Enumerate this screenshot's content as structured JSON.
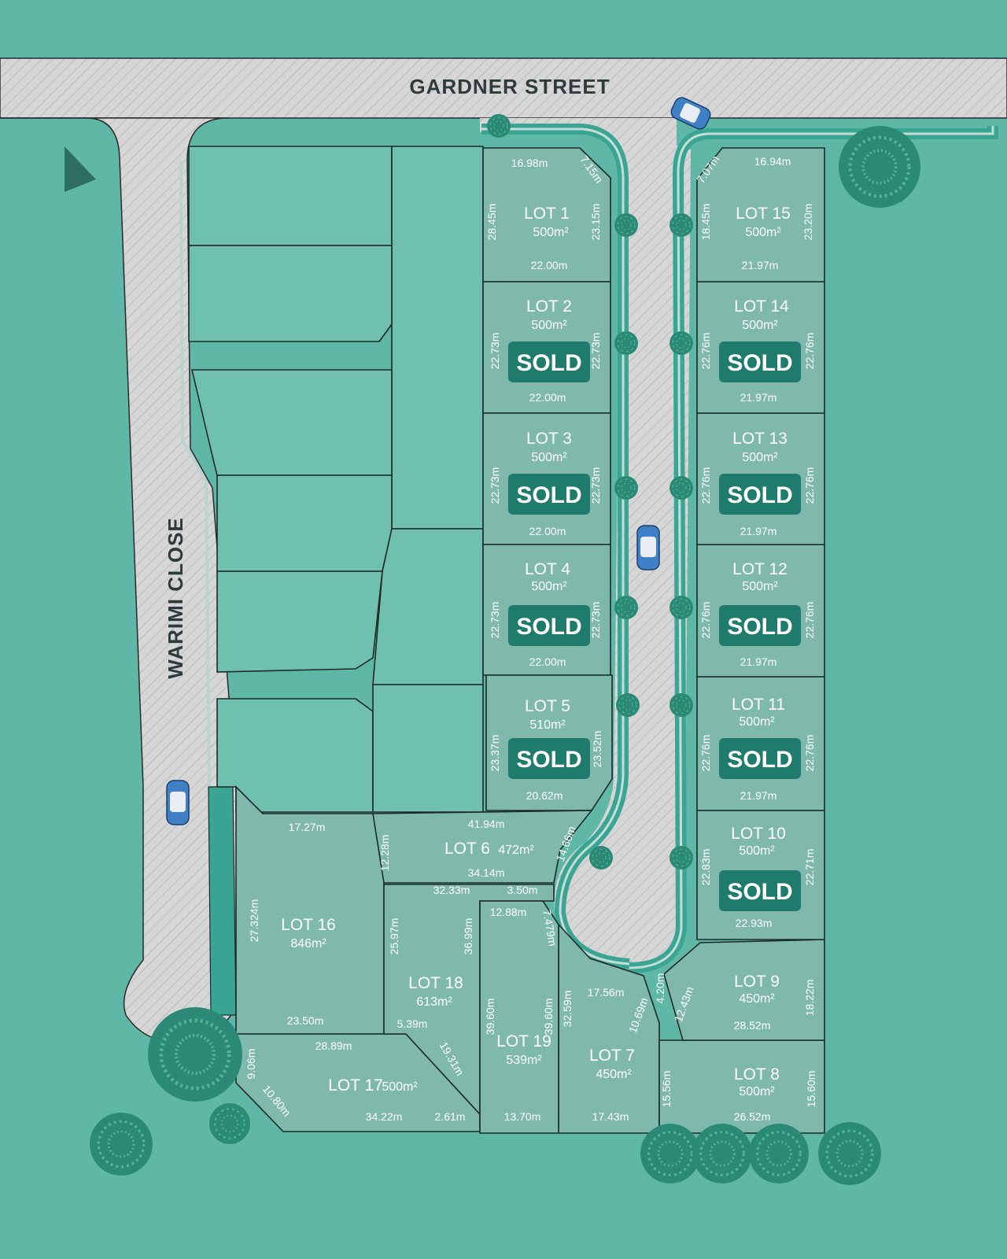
{
  "streets": {
    "gardner": "GARDNER STREET",
    "warimi": "WARIMI CLOSE"
  },
  "colors": {
    "background": "#5fb8a5",
    "road": "#d3d3d3",
    "lot_fill": "#7eb9ac",
    "sold_badge": "#1f7c6c",
    "tree": "#2e8b78"
  },
  "sold_label": "SOLD",
  "lots": [
    {
      "id": "lot1",
      "title": "LOT 1",
      "area": "500m²",
      "sold": false,
      "dims": [
        "16.98m",
        "7.15m",
        "28.45m",
        "23.15m",
        "22.00m"
      ]
    },
    {
      "id": "lot2",
      "title": "LOT 2",
      "area": "500m²",
      "sold": true,
      "dims": [
        "22.73m",
        "22.73m",
        "22.00m"
      ]
    },
    {
      "id": "lot3",
      "title": "LOT 3",
      "area": "500m²",
      "sold": true,
      "dims": [
        "22.73m",
        "22.73m",
        "22.00m"
      ]
    },
    {
      "id": "lot4",
      "title": "LOT 4",
      "area": "500m²",
      "sold": true,
      "dims": [
        "22.73m",
        "22.73m",
        "22.00m"
      ]
    },
    {
      "id": "lot5",
      "title": "LOT 5",
      "area": "510m²",
      "sold": true,
      "dims": [
        "23.37m",
        "23.52m",
        "20.62m"
      ]
    },
    {
      "id": "lot6",
      "title": "LOT 6",
      "area": "472m²",
      "sold": false,
      "dims": [
        "41.94m",
        "12.28m",
        "14.66m",
        "34.14m"
      ]
    },
    {
      "id": "lot7",
      "title": "LOT 7",
      "area": "450m²",
      "sold": false,
      "dims": [
        "32.59m",
        "17.56m",
        "10.69m",
        "17.43m"
      ]
    },
    {
      "id": "lot8",
      "title": "LOT 8",
      "area": "500m²",
      "sold": false,
      "dims": [
        "15.56m",
        "15.60m",
        "26.52m"
      ]
    },
    {
      "id": "lot9",
      "title": "LOT 9",
      "area": "450m²",
      "sold": false,
      "dims": [
        "4.20m",
        "12.43m",
        "18.22m",
        "28.52m"
      ]
    },
    {
      "id": "lot10",
      "title": "LOT 10",
      "area": "500m²",
      "sold": true,
      "dims": [
        "22.83m",
        "22.71m",
        "22.93m"
      ]
    },
    {
      "id": "lot11",
      "title": "LOT 11",
      "area": "500m²",
      "sold": true,
      "dims": [
        "22.76m",
        "22.76m",
        "21.97m"
      ]
    },
    {
      "id": "lot12",
      "title": "LOT 12",
      "area": "500m²",
      "sold": true,
      "dims": [
        "22.76m",
        "22.76m",
        "21.97m"
      ]
    },
    {
      "id": "lot13",
      "title": "LOT 13",
      "area": "500m²",
      "sold": true,
      "dims": [
        "22.76m",
        "22.76m",
        "21.97m"
      ]
    },
    {
      "id": "lot14",
      "title": "LOT 14",
      "area": "500m²",
      "sold": true,
      "dims": [
        "22.76m",
        "22.76m",
        "21.97m"
      ]
    },
    {
      "id": "lot15",
      "title": "LOT 15",
      "area": "500m²",
      "sold": false,
      "dims": [
        "7.07m",
        "16.94m",
        "18.45m",
        "23.20m",
        "21.97m"
      ]
    },
    {
      "id": "lot16",
      "title": "LOT 16",
      "area": "846m²",
      "sold": false,
      "dims": [
        "17.27m",
        "27.324m",
        "23.50m"
      ]
    },
    {
      "id": "lot17",
      "title": "LOT 17",
      "area": "500m²",
      "sold": false,
      "dims": [
        "28.89m",
        "9.06m",
        "10.80m",
        "34.22m",
        "2.61m",
        "19.31m"
      ]
    },
    {
      "id": "lot18",
      "title": "LOT 18",
      "area": "613m²",
      "sold": false,
      "dims": [
        "32.33m",
        "3.50m",
        "25.97m",
        "36.99m",
        "5.39m"
      ]
    },
    {
      "id": "lot19",
      "title": "LOT 19",
      "area": "539m²",
      "sold": false,
      "dims": [
        "12.88m",
        "7.479m",
        "39.60m",
        "39.60m",
        "13.70m"
      ]
    }
  ]
}
